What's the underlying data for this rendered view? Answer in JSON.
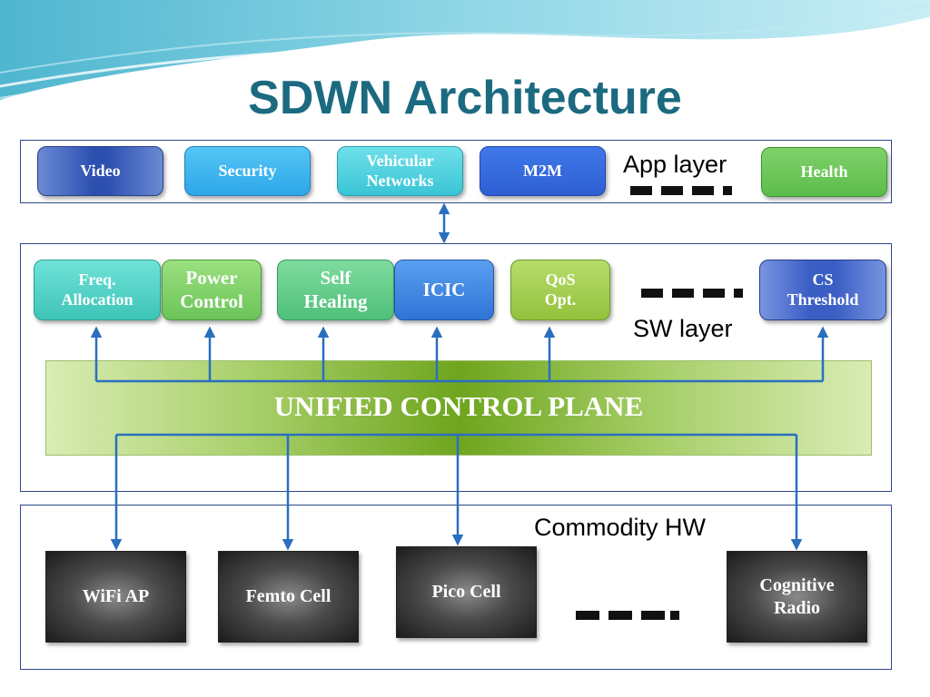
{
  "title": "SDWN Architecture",
  "app_layer": {
    "label": "App layer",
    "apps": [
      "Video",
      "Security",
      "Vehicular Networks",
      "M2M",
      "Health"
    ]
  },
  "sw_layer": {
    "label": "SW layer",
    "modules": [
      "Freq. Allocation",
      "Power Control",
      "Self Healing",
      "ICIC",
      "QoS Opt.",
      "CS Threshold"
    ]
  },
  "control_plane": {
    "label": "UNIFIED CONTROL PLANE"
  },
  "hw_layer": {
    "label": "Commodity HW",
    "devices": [
      "WiFi AP",
      "Femto Cell",
      "Pico Cell",
      "Cognitive Radio"
    ]
  },
  "colors": {
    "title": "#1b6a80",
    "arrow": "#2a6fbf",
    "panel_border": "#2c4a8c",
    "control_plane": "#6fa51e"
  }
}
